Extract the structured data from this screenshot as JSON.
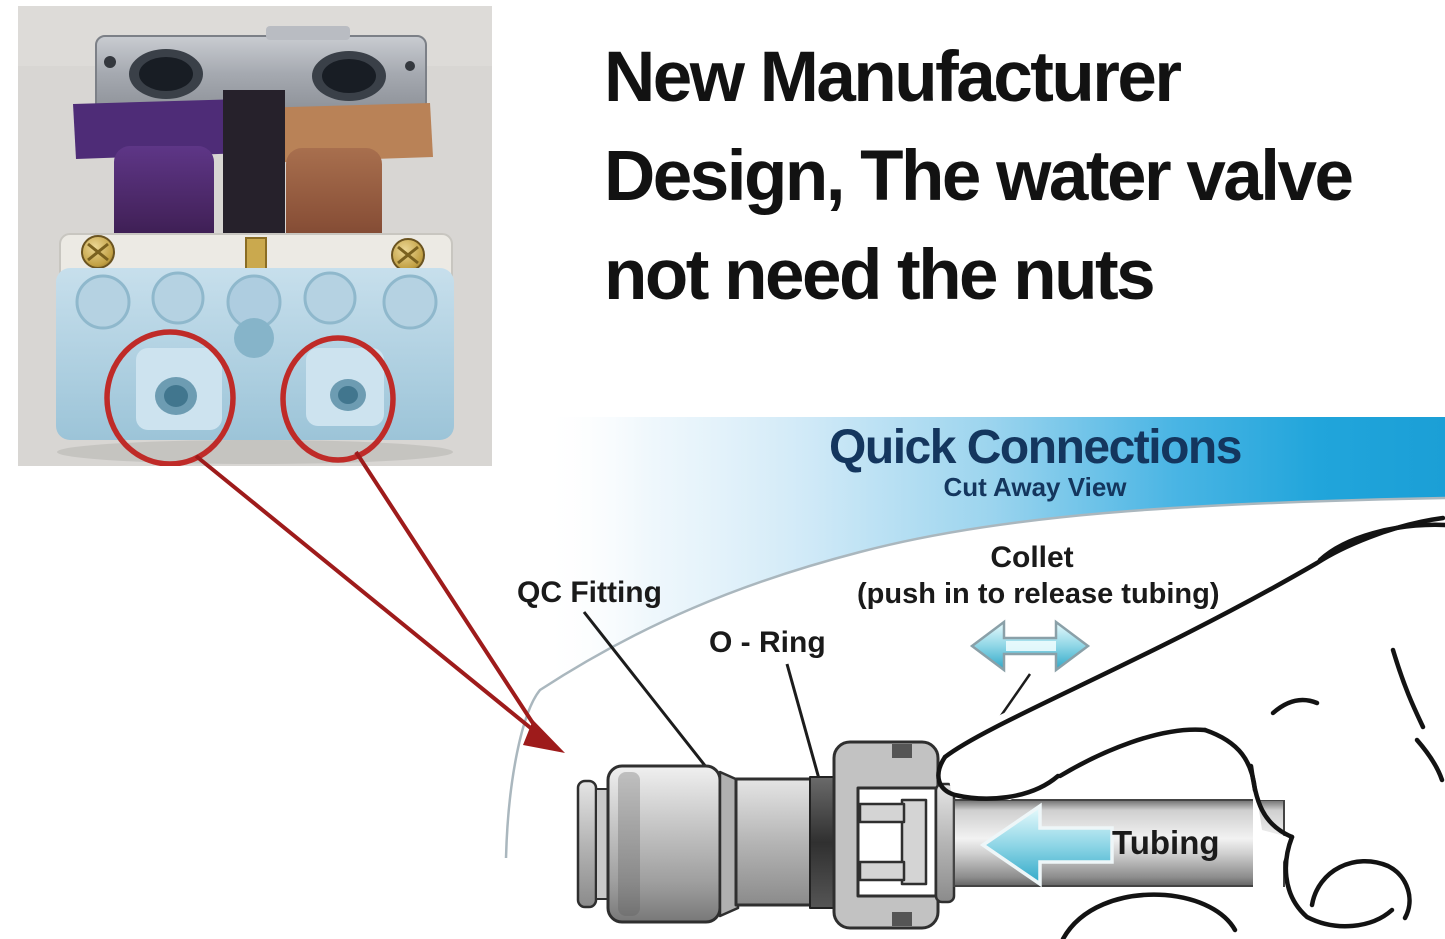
{
  "product_photo": {
    "description": "dual solenoid refrigerator water inlet valve, two bottom outlet ports circled in red",
    "highlight_color": "#bf2b28"
  },
  "headline": {
    "lines": [
      "New Manufacturer",
      "Design, The water valve",
      "not need the nuts"
    ],
    "text_color": "#121212"
  },
  "diagram": {
    "title": "Quick Connections",
    "subtitle": "Cut Away View",
    "labels": {
      "qc_fitting": "QC Fitting",
      "o_ring": "O - Ring",
      "collet": "Collet",
      "collet_note": "(push in to release tubing)",
      "tubing": "Tubing"
    },
    "colors": {
      "band_blue": "#1ea4da",
      "navy_text": "#14365e",
      "arrow_cyan": "#5fc4dd",
      "red_annotation": "#9e1b1b",
      "fitting_gray": "#b5b5b5"
    }
  }
}
